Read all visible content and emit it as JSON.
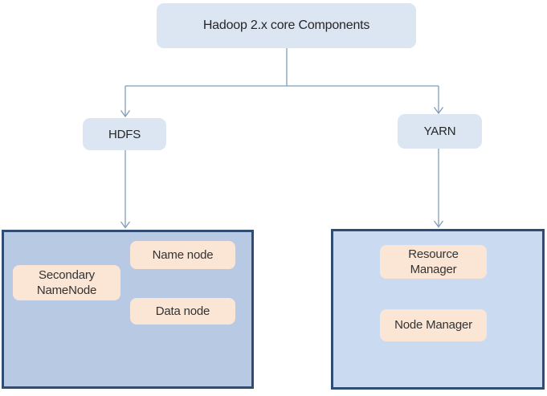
{
  "diagram": {
    "nodes": {
      "root": {
        "label": "Hadoop 2.x core Components"
      },
      "hdfs": {
        "label": "HDFS"
      },
      "yarn": {
        "label": "YARN"
      }
    },
    "hdfs_children": [
      {
        "label": "Name node"
      },
      {
        "label": "Secondary NameNode"
      },
      {
        "label": "Data node"
      }
    ],
    "yarn_children": [
      {
        "label": "Resource Manager"
      },
      {
        "label": "Node Manager"
      }
    ],
    "colors": {
      "node_fill": "#dce6f2",
      "hdfs_container_fill": "#b7c9e3",
      "yarn_container_fill": "#c9daf1",
      "container_border": "#2f4d73",
      "leaf_fill": "#fbe6d6",
      "connector": "#7f9db9",
      "text": "#262626"
    }
  }
}
